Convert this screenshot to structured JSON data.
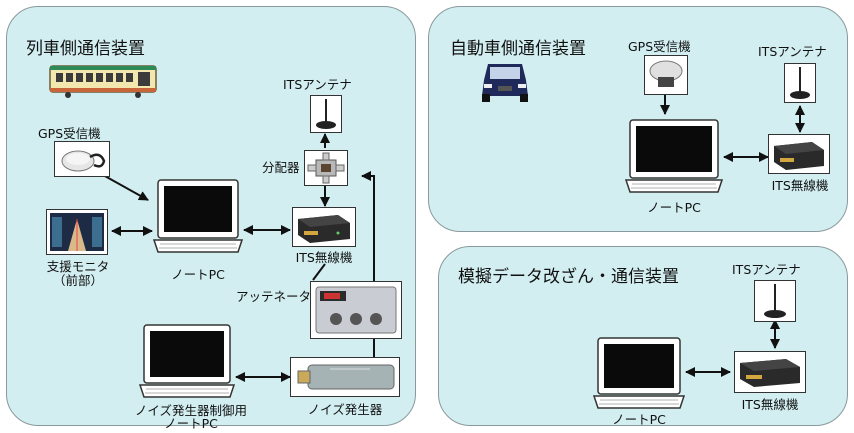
{
  "panels": {
    "train": {
      "title": "列車側通信装置"
    },
    "car": {
      "title": "自動車側通信装置"
    },
    "fake": {
      "title": "模擬データ改ざん・通信装置"
    }
  },
  "train": {
    "gps_label": "GPS受信機",
    "antenna_label": "ITSアンテナ",
    "splitter_label": "分配器",
    "monitor_label_1": "支援モニタ",
    "monitor_label_2": "（前部）",
    "laptop_label": "ノートPC",
    "its_label": "ITS無線機",
    "attenuator_label": "アッテネータ",
    "noise_pc_label_1": "ノイズ発生器制御用",
    "noise_pc_label_2": "ノートPC",
    "noise_gen_label": "ノイズ発生器"
  },
  "car": {
    "gps_label": "GPS受信機",
    "antenna_label": "ITSアンテナ",
    "laptop_label": "ノートPC",
    "its_label": "ITS無線機"
  },
  "fake": {
    "antenna_label": "ITSアンテナ",
    "laptop_label": "ノートPC",
    "its_label": "ITS無線機"
  },
  "colors": {
    "panel_fill": "#d2eef1",
    "panel_border": "#8a9a9c",
    "arrow": "#111111"
  },
  "icons": [
    "train-icon",
    "car-icon",
    "gps-receiver-icon",
    "antenna-icon",
    "splitter-icon",
    "laptop-icon",
    "its-radio-icon",
    "monitor-icon",
    "attenuator-icon",
    "noise-generator-icon"
  ]
}
